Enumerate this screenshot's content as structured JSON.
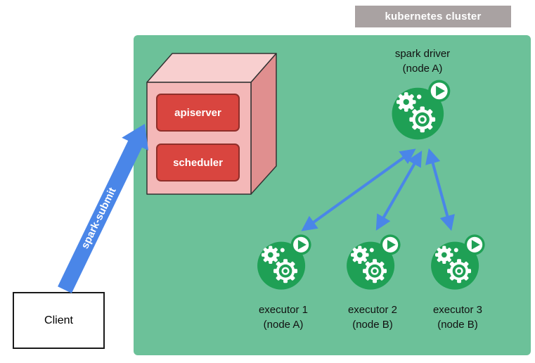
{
  "cluster": {
    "label": "kubernetes cluster"
  },
  "control_plane": {
    "apiserver": "apiserver",
    "scheduler": "scheduler"
  },
  "driver": {
    "name": "spark driver",
    "node": "(node A)"
  },
  "executors": [
    {
      "name": "executor 1",
      "node": "(node A)"
    },
    {
      "name": "executor 2",
      "node": "(node B)"
    },
    {
      "name": "executor 3",
      "node": "(node B)"
    }
  ],
  "client": {
    "label": "Client"
  },
  "spark_submit_label": "spark-submit",
  "colors": {
    "cluster_bg": "#6cc199",
    "arrow_blue": "#4a86e8",
    "pod_green": "#1fa055",
    "control_plane_red": "#d9453f",
    "cube_front_pink": "#f4b8b8",
    "cube_top_pink": "#f8cfcf",
    "cube_side_pink": "#e08f8f",
    "cluster_label_gray": "#a9a2a2"
  }
}
